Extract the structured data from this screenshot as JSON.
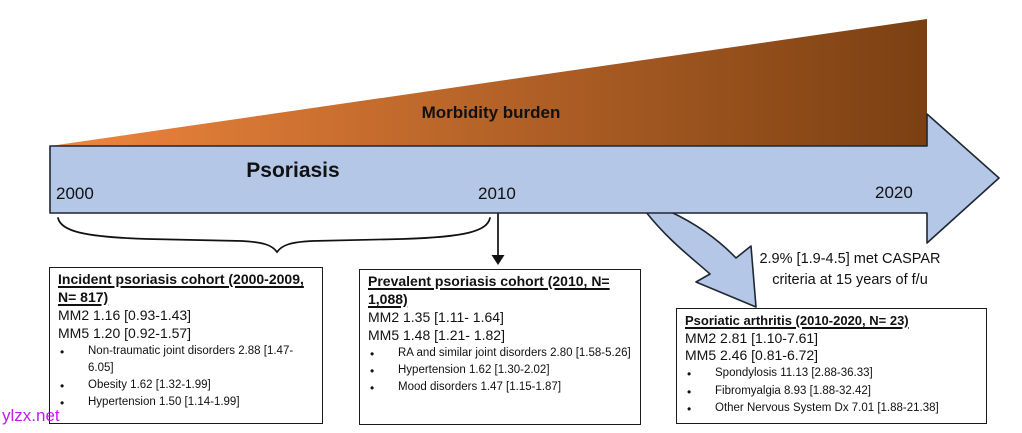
{
  "figure": {
    "morbidity_label": "Morbidity burden",
    "timeline_label": "Psoriasis",
    "year_start": "2000",
    "year_mid": "2010",
    "year_end": "2020"
  },
  "caspar_note": {
    "line1": "2.9% [1.9-4.5] met CASPAR",
    "line2": "criteria at 15 years of f/u"
  },
  "boxes": [
    {
      "title": "Incident psoriasis cohort (2000-2009, N= 817)",
      "mm_lines": [
        "MM2 1.16 [0.93-1.43]",
        "MM5 1.20 [0.92-1.57]"
      ],
      "bullets": [
        "Non-traumatic joint disorders 2.88 [1.47-6.05]",
        "Obesity 1.62 [1.32-1.99]",
        "Hypertension 1.50 [1.14-1.99]"
      ]
    },
    {
      "title": "Prevalent psoriasis cohort (2010, N= 1,088)",
      "mm_lines": [
        "MM2 1.35 [1.11- 1.64]",
        "MM5 1.48 [1.21- 1.82]"
      ],
      "bullets": [
        "RA and similar joint disorders 2.80 [1.58-5.26]",
        "Hypertension 1.62 [1.30-2.02]",
        "Mood disorders 1.47 [1.15-1.87]"
      ]
    },
    {
      "title": "Psoriatic arthritis (2010-2020, N= 23)",
      "mm_lines": [
        "MM2 2.81 [1.10-7.61]",
        "MM5 2.46 [0.81-6.72]"
      ],
      "bullets": [
        "Spondylosis 11.13 [2.88-36.33]",
        "Fibromyalgia 8.93 [1.88-32.42]",
        "Other Nervous System Dx 7.01 [1.88-21.38]"
      ]
    }
  ],
  "watermark": "ylzx.net",
  "colors": {
    "triangle_gradient_start": "#F0863E",
    "triangle_gradient_end": "#7B4012",
    "band_fill": "#B4C7E7",
    "outline": "#1F2733",
    "watermark_color": "#BB1FE8"
  }
}
